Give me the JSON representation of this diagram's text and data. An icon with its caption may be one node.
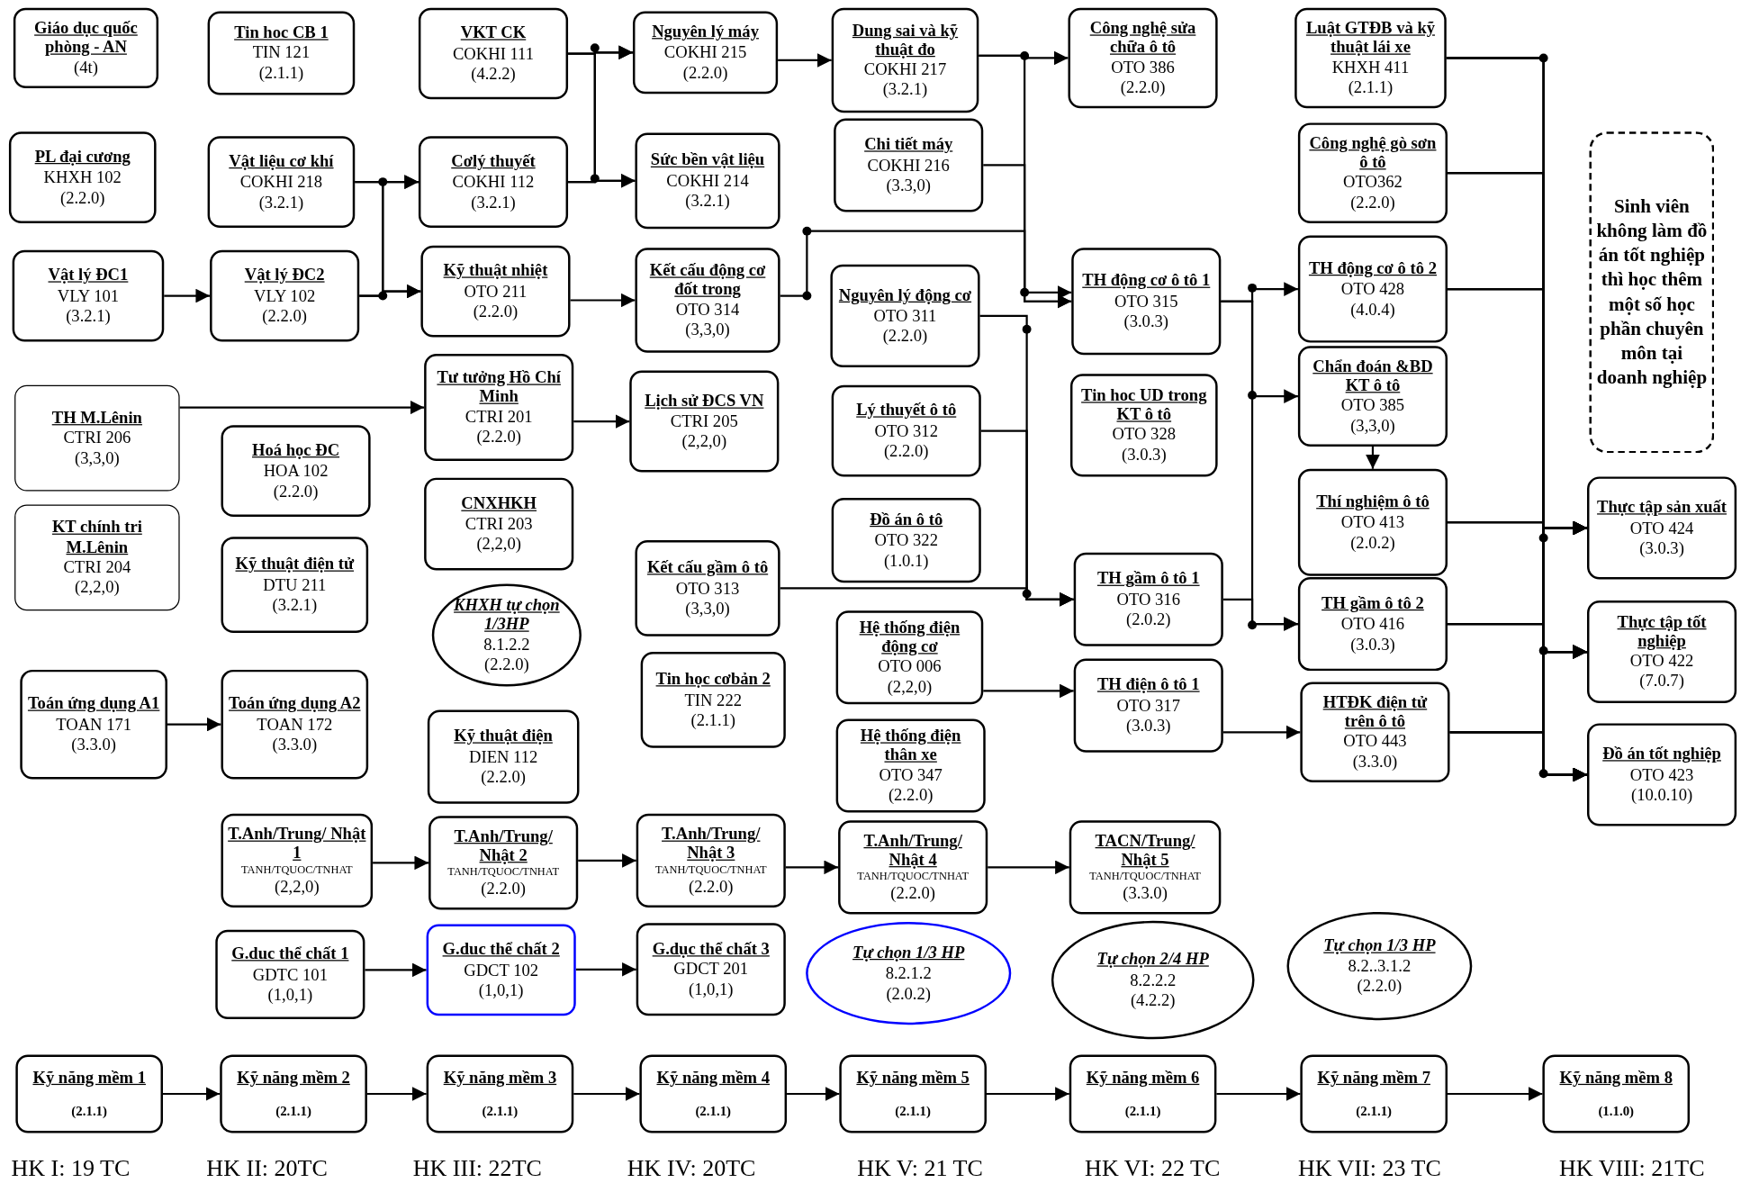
{
  "diagram": {
    "nodes": [
      {
        "text": [
          "Giáo dục quốc phòng - AN",
          "(4t)"
        ]
      },
      {
        "text": [
          "PL đại cương",
          "KHXH 102",
          "(2.2.0)"
        ]
      },
      {
        "text": [
          "Vật lý ĐC1",
          "VLY 101",
          "(3.2.1)"
        ]
      },
      {
        "text": [
          "TH M.Lênin",
          "CTRI 206",
          "(3,3,0)"
        ]
      },
      {
        "text": [
          "KT chính tri M.Lênin",
          "CTRI 204",
          "(2,2,0)"
        ]
      },
      {
        "text": [
          "Toán ứng dụng A1",
          "TOAN 171",
          "(3.3.0)"
        ]
      },
      {
        "text": [
          "Kỹ năng mềm 1",
          "(2.1.1)"
        ]
      },
      {
        "text": [
          "Tin hoc CB 1",
          "TIN 121",
          "(2.1.1)"
        ]
      },
      {
        "text": [
          "Vật liệu cơ khí",
          "COKHI 218",
          "(3.2.1)"
        ]
      },
      {
        "text": [
          "Vật lý ĐC2",
          "VLY 102",
          "(2.2.0)"
        ]
      },
      {
        "text": [
          "Hoá học ĐC",
          "HOA 102",
          "(2.2.0)"
        ]
      },
      {
        "text": [
          "Kỹ thuật điện tử",
          "DTU 211",
          "(3.2.1)"
        ]
      },
      {
        "text": [
          "Toán ứng dụng A2",
          "TOAN 172",
          "(3.3.0)"
        ]
      },
      {
        "text": [
          "T.Anh/Trung/ Nhật 1",
          "TANH/TQUOC/TNHAT",
          "(2,2,0)"
        ]
      },
      {
        "text": [
          "G.duc thể chất 1",
          "GDTC 101",
          "(1,0,1)"
        ]
      },
      {
        "text": [
          "Kỹ năng mềm 2",
          "(2.1.1)"
        ]
      },
      {
        "text": [
          "VKT CK",
          "COKHI 111",
          "(4.2.2)"
        ]
      },
      {
        "text": [
          "Cơlý thuyết",
          "COKHI 112",
          "(3.2.1)"
        ]
      },
      {
        "text": [
          "Kỹ thuật nhiệt",
          "OTO 211",
          "(2.2.0)"
        ]
      },
      {
        "text": [
          "Tư tưởng Hồ Chí Minh",
          "CTRI 201",
          "(2.2.0)"
        ]
      },
      {
        "text": [
          "CNXHKH",
          "CTRI 203",
          "(2,2,0)"
        ]
      },
      {
        "text": [
          "KHXH tự chọn 1/3HP",
          "8.1.2.2",
          "(2.2.0)"
        ]
      },
      {
        "text": [
          "Kỹ thuật điện",
          "DIEN 112",
          "(2.2.0)"
        ]
      },
      {
        "text": [
          "T.Anh/Trung/ Nhật 2",
          "TANH/TQUOC/TNHAT",
          "(2.2.0)"
        ]
      },
      {
        "text": [
          "G.duc thể chất 2",
          "GDCT 102",
          "(1,0,1)"
        ]
      },
      {
        "text": [
          "Kỹ năng mềm 3",
          "(2.1.1)"
        ]
      },
      {
        "text": [
          "Nguyên lý máy",
          "COKHI 215",
          "(2.2.0)"
        ]
      },
      {
        "text": [
          "Sức bền vật liệu",
          "COKHI 214",
          "(3.2.1)"
        ]
      },
      {
        "text": [
          "Kết cấu động cơ đốt trong",
          "OTO 314",
          "(3,3,0)"
        ]
      },
      {
        "text": [
          "Lịch sử ĐCS VN",
          "CTRI 205",
          "(2,2,0)"
        ]
      },
      {
        "text": [
          "Kết cấu gầm ô tô",
          "OTO 313",
          "(3,3,0)"
        ]
      },
      {
        "text": [
          "Tin học cơbản 2",
          "TIN 222",
          "(2.1.1)"
        ]
      },
      {
        "text": [
          "T.Anh/Trung/ Nhật 3",
          "TANH/TQUOC/TNHAT",
          "(2.2.0)"
        ]
      },
      {
        "text": [
          "G.dục thể chất 3",
          "GDCT 201",
          "(1,0,1)"
        ]
      },
      {
        "text": [
          "Kỹ năng mềm 4",
          "(2.1.1)"
        ]
      },
      {
        "text": [
          "Dung sai và kỹ thuật đo",
          "COKHI 217",
          "(3.2.1)"
        ]
      },
      {
        "text": [
          "Chi tiết máy",
          "COKHI 216",
          "(3.3,0)"
        ]
      },
      {
        "text": [
          "Nguyên lý động cơ",
          "OTO 311",
          "(2.2.0)"
        ]
      },
      {
        "text": [
          "Lý thuyết ô tô",
          "OTO 312",
          "(2.2.0)"
        ]
      },
      {
        "text": [
          "Đồ án ô tô",
          "OTO 322",
          "(1.0.1)"
        ]
      },
      {
        "text": [
          "Hệ thống điện động cơ",
          "OTO 006",
          "(2,2,0)"
        ]
      },
      {
        "text": [
          "Hệ thống điện thân xe",
          "OTO 347",
          "(2.2.0)"
        ]
      },
      {
        "text": [
          "T.Anh/Trung/ Nhật 4",
          "TANH/TQUOC/TNHAT",
          "(2.2.0)"
        ]
      },
      {
        "text": [
          "Tự chọn 1/3 HP",
          "8.2.1.2",
          "(2.0.2)"
        ]
      },
      {
        "text": [
          "Kỹ năng mềm 5",
          "(2.1.1)"
        ]
      },
      {
        "text": [
          "Công nghệ sửa chữa ô tô",
          "OTO 386",
          "(2.2.0)"
        ]
      },
      {
        "text": [
          "TH động cơ ô tô 1",
          "OTO 315",
          "(3.0.3)"
        ]
      },
      {
        "text": [
          "Tin hoc UD trong KT ô tô",
          "OTO 328",
          "(3.0.3)"
        ]
      },
      {
        "text": [
          "TH gầm ô tô 1",
          "OTO 316",
          "(2.0.2)"
        ]
      },
      {
        "text": [
          "TH điện ô tô 1",
          "OTO 317",
          "(3.0.3)"
        ]
      },
      {
        "text": [
          "TACN/Trung/ Nhật 5",
          "TANH/TQUOC/TNHAT",
          "(3.3.0)"
        ]
      },
      {
        "text": [
          "Tự chọn 2/4 HP",
          "8.2.2.2",
          "(4.2.2)"
        ]
      },
      {
        "text": [
          "Kỹ năng mềm 6",
          "(2.1.1)"
        ]
      },
      {
        "text": [
          "Luật GTĐB và kỹ thuật lái xe",
          "KHXH 411",
          "(2.1.1)"
        ]
      },
      {
        "text": [
          "Công nghệ gò sơn ô tô",
          "OTO362",
          "(2.2.0)"
        ]
      },
      {
        "text": [
          "TH động cơ ô tô 2",
          "OTO 428",
          "(4.0.4)"
        ]
      },
      {
        "text": [
          "Chẩn đoán &BD KT ô tô",
          "OTO 385",
          "(3,3,0)"
        ]
      },
      {
        "text": [
          "Thí nghiệm ô tô",
          "OTO 413",
          "(2.0.2)"
        ]
      },
      {
        "text": [
          "TH gầm ô tô 2",
          "OTO 416",
          "(3.0.3)"
        ]
      },
      {
        "text": [
          "HTĐK điện tử trên ô tô",
          "OTO 443",
          "(3.3.0)"
        ]
      },
      {
        "text": [
          "Tự chọn 1/3 HP",
          "8.2..3.1.2",
          "(2.2.0)"
        ]
      },
      {
        "text": [
          "Kỹ năng mềm 7",
          "(2.1.1)"
        ]
      },
      {
        "text": [
          "Sinh viên không làm đồ án tốt nghiệp thì học thêm một số học phần chuyên môn tại doanh nghiệp"
        ]
      },
      {
        "text": [
          "Thực tập sản xuất",
          "OTO 424",
          "(3.0.3)"
        ]
      },
      {
        "text": [
          "Thực tập tốt nghiệp",
          "OTO 422",
          "(7.0.7)"
        ]
      },
      {
        "text": [
          "Đồ án tốt nghiệp",
          "OTO 423",
          "(10.0.10)"
        ]
      },
      {
        "text": [
          "Kỹ năng mềm 8",
          "(1.1.0)"
        ]
      }
    ],
    "edges": [
      {
        "from": 2,
        "to": 9,
        "arrow": "to"
      },
      {
        "from": 8,
        "to": 17,
        "arrow": "to"
      },
      {
        "from": 8,
        "to": 18,
        "arrow": "to"
      },
      {
        "from": 9,
        "to": 17,
        "arrow": "to"
      },
      {
        "from": 9,
        "to": 18,
        "arrow": "to"
      },
      {
        "from": 16,
        "to": 26,
        "arrow": "to"
      },
      {
        "from": 16,
        "to": 27,
        "arrow": "to"
      },
      {
        "from": 17,
        "to": 26,
        "arrow": "to"
      },
      {
        "from": 17,
        "to": 27,
        "arrow": "to"
      },
      {
        "from": 18,
        "to": 28,
        "arrow": "to"
      },
      {
        "from": 3,
        "to": 19,
        "arrow": "to"
      },
      {
        "from": 19,
        "to": 29,
        "arrow": "to"
      },
      {
        "from": 26,
        "to": 35,
        "arrow": "to"
      },
      {
        "from": 35,
        "to": 45,
        "arrow": "to"
      },
      {
        "from": 35,
        "to": 46,
        "arrow": "to"
      },
      {
        "from": 36,
        "to": 46,
        "arrow": "to"
      },
      {
        "from": 28,
        "to": 46,
        "arrow": "to"
      },
      {
        "from": 37,
        "to": 48,
        "arrow": "to"
      },
      {
        "from": 38,
        "to": 48,
        "arrow": "to"
      },
      {
        "from": 30,
        "to": 48,
        "arrow": "to"
      },
      {
        "from": 40,
        "to": 49,
        "arrow": "to"
      },
      {
        "from": 46,
        "to": 55,
        "arrow": "to"
      },
      {
        "from": 46,
        "to": 56,
        "arrow": "to"
      },
      {
        "from": 46,
        "to": 58,
        "arrow": "to"
      },
      {
        "from": 48,
        "to": 58,
        "arrow": "to"
      },
      {
        "from": 56,
        "to": 57,
        "arrow": "to"
      },
      {
        "from": 49,
        "to": 59,
        "arrow": "to"
      },
      {
        "from": 53,
        "to": 63,
        "arrow": "to"
      },
      {
        "from": 53,
        "to": 64,
        "arrow": "to"
      },
      {
        "from": 53,
        "to": 65,
        "arrow": "to"
      },
      {
        "from": 54,
        "to": 63,
        "arrow": "to"
      },
      {
        "from": 54,
        "to": 64,
        "arrow": "to"
      },
      {
        "from": 54,
        "to": 65,
        "arrow": "to"
      },
      {
        "from": 55,
        "to": 63,
        "arrow": "to"
      },
      {
        "from": 55,
        "to": 64,
        "arrow": "to"
      },
      {
        "from": 55,
        "to": 65,
        "arrow": "to"
      },
      {
        "from": 57,
        "to": 63,
        "arrow": "to"
      },
      {
        "from": 57,
        "to": 64,
        "arrow": "to"
      },
      {
        "from": 57,
        "to": 65,
        "arrow": "to"
      },
      {
        "from": 58,
        "to": 63,
        "arrow": "to"
      },
      {
        "from": 58,
        "to": 64,
        "arrow": "to"
      },
      {
        "from": 58,
        "to": 65,
        "arrow": "to"
      },
      {
        "from": 59,
        "to": 63,
        "arrow": "to"
      },
      {
        "from": 59,
        "to": 64,
        "arrow": "to"
      },
      {
        "from": 59,
        "to": 65,
        "arrow": "to"
      },
      {
        "from": 5,
        "to": 12,
        "arrow": "to"
      },
      {
        "from": 13,
        "to": 23,
        "arrow": "to"
      },
      {
        "from": 23,
        "to": 32,
        "arrow": "to"
      },
      {
        "from": 32,
        "to": 42,
        "arrow": "to"
      },
      {
        "from": 42,
        "to": 50,
        "arrow": "to"
      },
      {
        "from": 14,
        "to": 24,
        "arrow": "to"
      },
      {
        "from": 24,
        "to": 33,
        "arrow": "to"
      },
      {
        "from": 6,
        "to": 15,
        "arrow": "to"
      },
      {
        "from": 15,
        "to": 25,
        "arrow": "to"
      },
      {
        "from": 25,
        "to": 34,
        "arrow": "to"
      },
      {
        "from": 34,
        "to": 44,
        "arrow": "to"
      },
      {
        "from": 44,
        "to": 52,
        "arrow": "to"
      },
      {
        "from": 52,
        "to": 61,
        "arrow": "to"
      },
      {
        "from": 61,
        "to": 66,
        "arrow": "to"
      }
    ],
    "labels": [
      "HK I: 19 TC",
      "HK II: 20TC",
      "HK III: 22TC",
      "HK IV: 20TC",
      "HK V: 21 TC",
      "HK VI: 22 TC",
      "HK VII: 23 TC",
      "HK VIII: 21TC"
    ]
  }
}
